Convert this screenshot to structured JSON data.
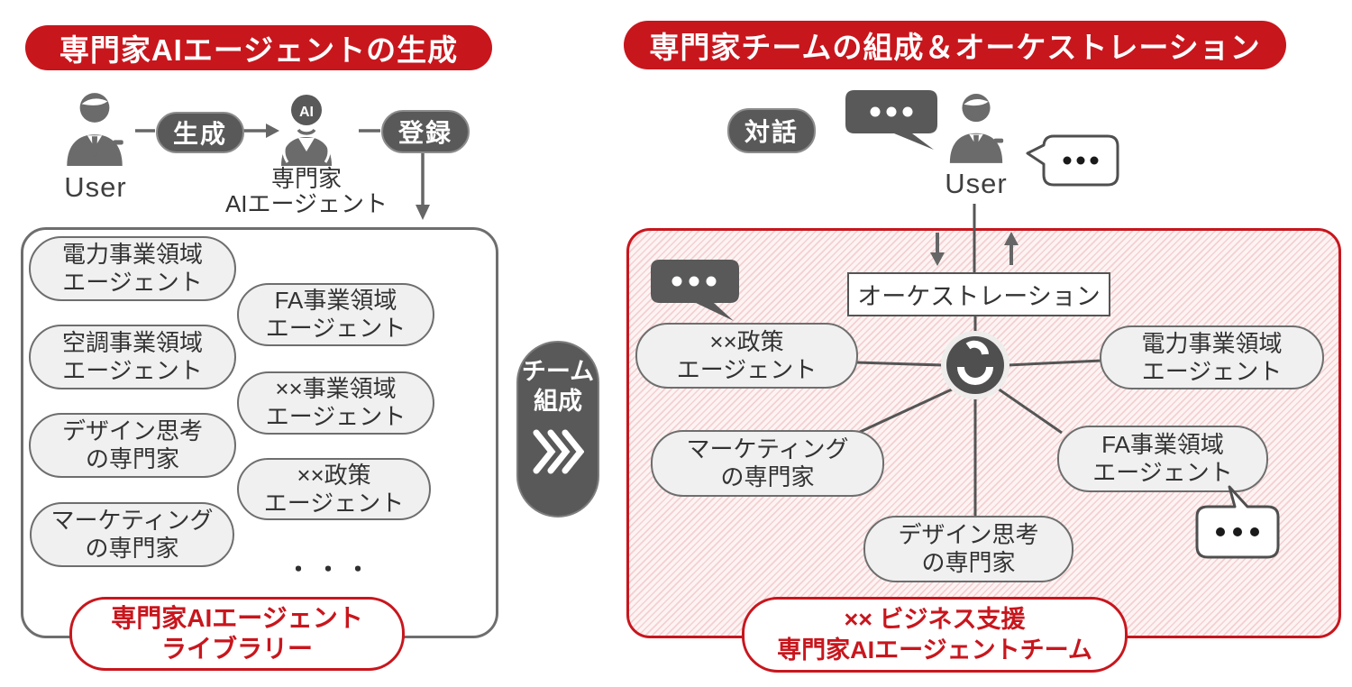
{
  "colors": {
    "brand_red": "#c8161d",
    "dark_gray": "#595959",
    "line_gray": "#666666"
  },
  "left": {
    "header": "専門家AIエージェントの生成",
    "user_label": "User",
    "generate_label": "生成",
    "ai_badge": "AI",
    "expert_caption_line1": "専門家",
    "expert_caption_line2": "AIエージェント",
    "register_label": "登録",
    "library": {
      "pills": [
        {
          "line1": "電力事業領域",
          "line2": "エージェント"
        },
        {
          "line1": "FA事業領域",
          "line2": "エージェント"
        },
        {
          "line1": "空調事業領域",
          "line2": "エージェント"
        },
        {
          "line1": "××事業領域",
          "line2": "エージェント"
        },
        {
          "line1": "デザイン思考",
          "line2": "の専門家"
        },
        {
          "line1": "××政策",
          "line2": "エージェント"
        },
        {
          "line1": "マーケティング",
          "line2": "の専門家"
        }
      ],
      "ellipsis": "・・・",
      "label_line1": "専門家AIエージェント",
      "label_line2": "ライブラリー"
    }
  },
  "connector": {
    "line1": "チーム",
    "line2": "組成"
  },
  "right": {
    "header": "専門家チームの組成＆オーケストレーション",
    "dialogue_label": "対話",
    "user_label": "User",
    "orchestration_label": "オーケストレーション",
    "team": {
      "pills": [
        {
          "line1": "××政策",
          "line2": "エージェント"
        },
        {
          "line1": "電力事業領域",
          "line2": "エージェント"
        },
        {
          "line1": "マーケティング",
          "line2": "の専門家"
        },
        {
          "line1": "FA事業領域",
          "line2": "エージェント"
        },
        {
          "line1": "デザイン思考",
          "line2": "の専門家"
        }
      ],
      "label_line1": "×× ビジネス支援",
      "label_line2": "専門家AIエージェントチーム"
    }
  }
}
